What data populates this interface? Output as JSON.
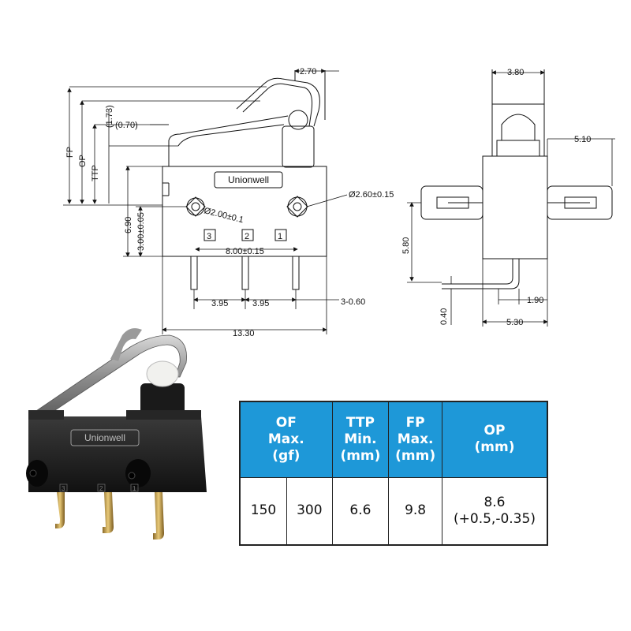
{
  "drawing": {
    "brand": "Unionwell",
    "terminals": [
      "3",
      "2",
      "1"
    ],
    "dims": {
      "lever_width": "2.70",
      "fp": "FP",
      "op": "OP",
      "ttp": "TTP",
      "r173": "(1.73)",
      "r070": "(0.70)",
      "hole_left": "Ø2.00±0.1",
      "hole_right": "Ø2.60±0.15",
      "h690": "6.90",
      "h300": "3.00±0.05",
      "pitch": "8.00±0.15",
      "p395a": "3.95",
      "p395b": "3.95",
      "pin_w": "3-0.60",
      "length": "13.30",
      "top_w": "3.80",
      "side_w": "5.10",
      "h580": "5.80",
      "d040": "0.40",
      "d190": "1.90",
      "d530": "5.30"
    }
  },
  "table": {
    "headers": [
      {
        "lines": [
          "OF",
          "Max.",
          "(gf)"
        ]
      },
      {
        "lines": [
          "TTP",
          "Min.",
          "(mm)"
        ]
      },
      {
        "lines": [
          "FP",
          "Max.",
          "(mm)"
        ]
      },
      {
        "lines": [
          "OP",
          "(mm)"
        ]
      }
    ],
    "row": [
      "150",
      "300",
      "6.6",
      "9.8",
      "8.6",
      "(+0.5,-0.35)"
    ]
  }
}
